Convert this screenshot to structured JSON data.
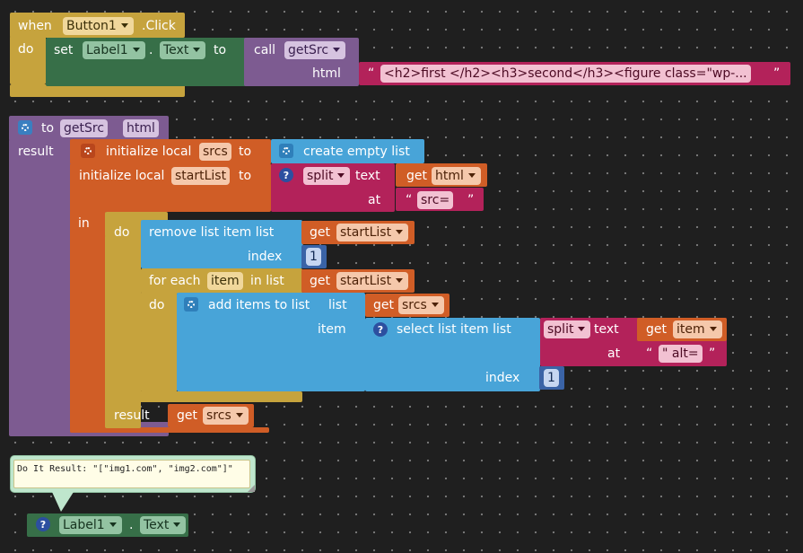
{
  "event_block": {
    "when": "when",
    "component": "Button1",
    "event": ".Click",
    "do": "do",
    "set": "set",
    "set_component": "Label1",
    "dot": ".",
    "property": "Text",
    "to": "to",
    "call": "call",
    "procedure": "getSrc",
    "arg_name": "html",
    "quote_open": "“",
    "html_string": "<h2>first </h2><h3>second</h3><figure class=\"wp-...",
    "quote_close": "”"
  },
  "procedure_block": {
    "to": "to",
    "name": "getSrc",
    "param": "html",
    "result": "result",
    "init_local_1": "initialize local",
    "var1": "srcs",
    "to1": "to",
    "create_empty_list": "create empty list",
    "init_local_2": "initialize local",
    "var2": "startList",
    "to2": "to",
    "split": "split",
    "text": "text",
    "get": "get",
    "get_html": "html",
    "at": "at",
    "split_at_value": "src=",
    "quote_open": "“",
    "quote_close": "”",
    "in": "in",
    "do": "do",
    "remove_list_item": "remove list item  list",
    "get_startList": "startList",
    "index": "index",
    "index_value": "1",
    "for_each": "for each",
    "item_var": "item",
    "in_list": "in list",
    "for_do": "do",
    "add_items": "add items to list",
    "list_label": "list",
    "get_srcs": "srcs",
    "item_label": "item",
    "select_list_item": "select list item  list",
    "split2": "split",
    "text2": "text",
    "get_item": "item",
    "at2": "at",
    "split_at_value2": "\" alt=",
    "index2": "index",
    "index_value2": "1",
    "result2": "result",
    "get_srcs_result": "srcs"
  },
  "do_it_result": {
    "text": "Do It Result: \"[\"img1.com\", \"img2.com\"]\""
  },
  "label_getter": {
    "component": "Label1",
    "dot": ".",
    "property": "Text"
  },
  "colors": {
    "background": "#1f1f1f",
    "event": "#c6a33d",
    "component_setter": "#376f48",
    "procedure": "#7d5b91",
    "text": "#b3225a",
    "variables": "#d05d26",
    "lists": "#48a4d8",
    "math": "#3a63a6",
    "result_bubble": "#bfe6cd"
  }
}
